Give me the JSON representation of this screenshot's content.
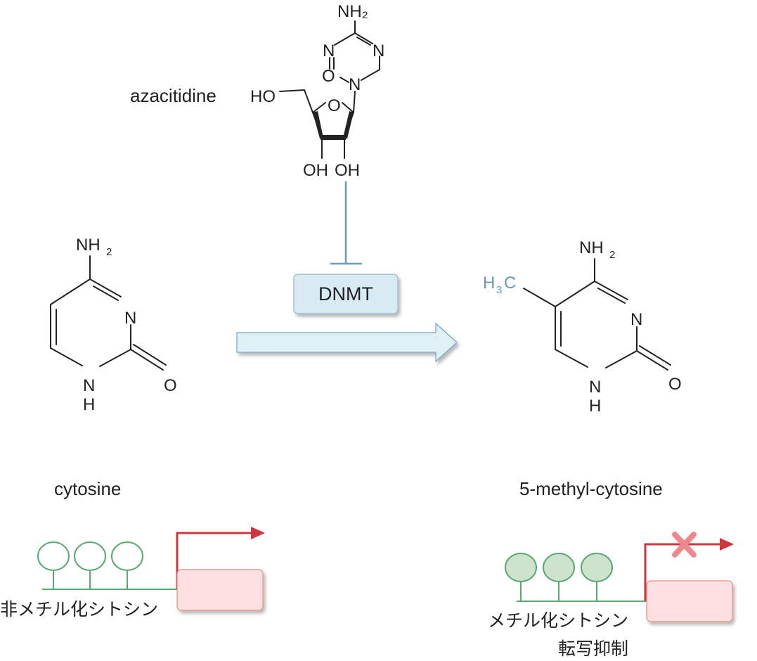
{
  "azacitidine": {
    "label": "azacitidine",
    "atoms": {
      "nh2": "NH₂",
      "n_left": "N",
      "n_right": "N",
      "o_ring": "O",
      "n_glyco": "N",
      "ho_ch2": "HO",
      "o_sugar": "O",
      "oh_left": "OH",
      "oh_right": "OH"
    }
  },
  "enzyme": {
    "label": "DNMT"
  },
  "cytosine": {
    "label": "cytosine",
    "atoms": {
      "nh2_main": "NH",
      "nh2_sub": "2",
      "n3": "N",
      "o2": "O",
      "n1": "N",
      "h1": "H"
    }
  },
  "methylcytosine": {
    "label": "5-methyl-cytosine",
    "atoms": {
      "h": "H",
      "h3_sub": "3",
      "c": "C",
      "nh2_main": "NH",
      "nh2_sub": "2",
      "n3": "N",
      "o2": "O",
      "n1": "N",
      "h1": "H"
    }
  },
  "gene_left": {
    "label": "非メチル化シトシン"
  },
  "gene_right": {
    "label": "メチル化シトシン",
    "sublabel": "転写抑制"
  },
  "colors": {
    "inhibit_line": "#6a9ab8",
    "arrow_fill": "#dff0f6",
    "dnmt_fill": "#d8ebf3",
    "promoter_arrow": "#d0343c",
    "gene_box_fill": "#fde0df",
    "gene_box_stroke": "#ef8a83",
    "cpg_stroke": "#5aa872",
    "methyl_fill": "#cde3cd",
    "block_x": "#f0878a"
  }
}
